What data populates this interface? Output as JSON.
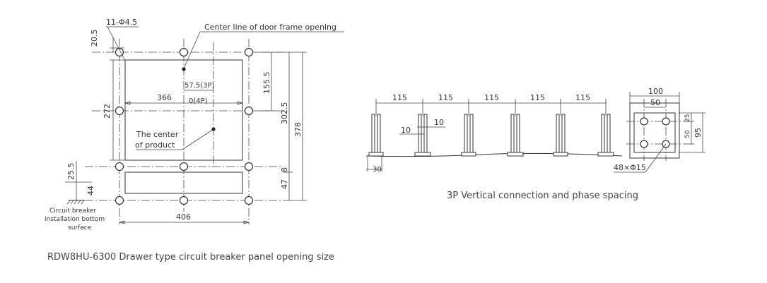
{
  "panel_opening": {
    "caption": "RDW8HU-6300 Drawer type circuit breaker panel opening size",
    "hole_label": "11-Φ4.5",
    "center_line_label": "Center line of door frame opening",
    "center_product_line1": "The center",
    "center_product_line2": "of product",
    "offset_3p": "57.5(3P)",
    "offset_4p": "0(4P)",
    "dims": {
      "top": "20.5",
      "height_272": "272",
      "width_366": "366",
      "d155": "155.5",
      "d302": "302.5",
      "d378": "378",
      "d25": "25.5",
      "d44": "44",
      "d47": "47",
      "d8": "8",
      "width_406": "406"
    },
    "install_line1": "Circuit breaker",
    "install_line2": "installation bottom",
    "install_line3": "surface"
  },
  "phase_spacing": {
    "caption": "3P Vertical connection and phase spacing",
    "spacing": [
      "115",
      "115",
      "115",
      "115",
      "115"
    ],
    "d10a": "10",
    "d10b": "10",
    "d30": "30",
    "d100": "100",
    "d50": "50",
    "d25": "25",
    "d50v": "50",
    "d95": "95",
    "holes": "48×Φ15"
  }
}
